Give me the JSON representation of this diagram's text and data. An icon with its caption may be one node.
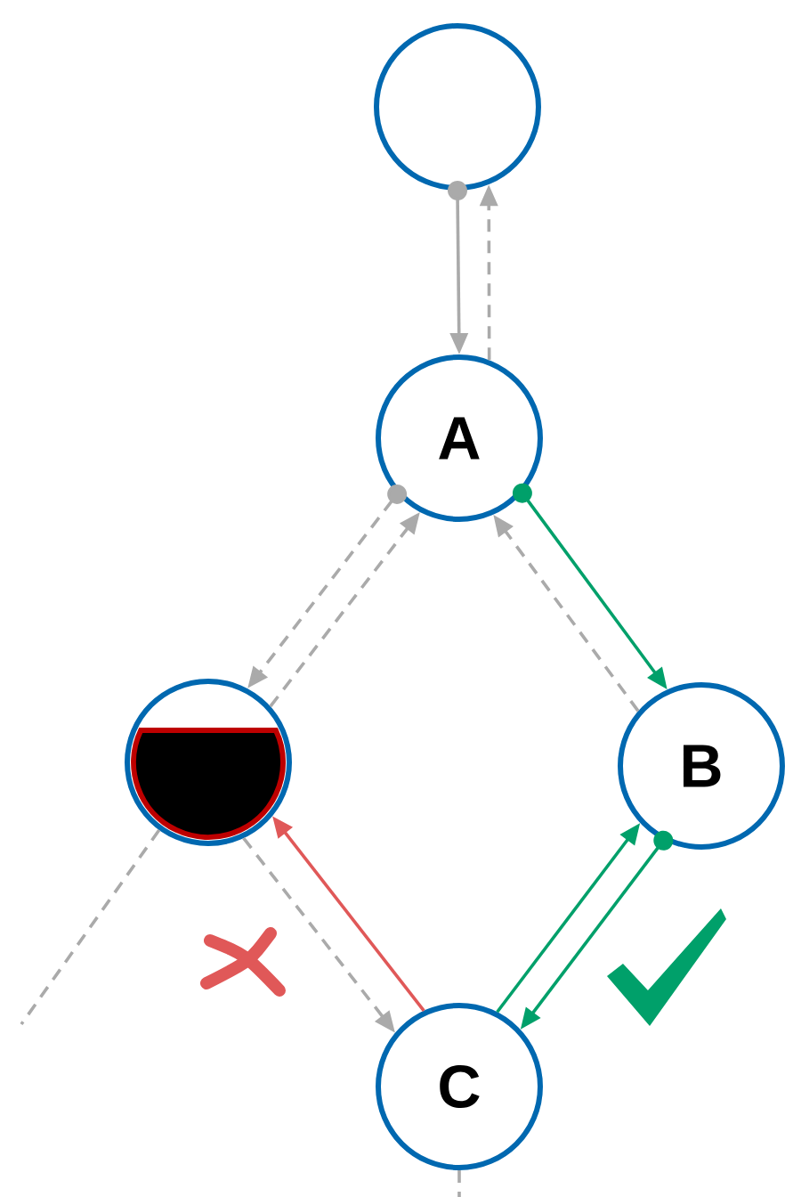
{
  "diagram": {
    "nodes": [
      {
        "text": [],
        "shape": "circle"
      },
      {
        "text": [
          "A"
        ]
      },
      {
        "text": [],
        "shape": "circle"
      },
      {
        "text": [
          "B"
        ]
      },
      {
        "text": [
          "C"
        ]
      }
    ],
    "edges": [
      {
        "from": 0,
        "to": 1,
        "arrow": "to"
      },
      {
        "from": 1,
        "to": 0,
        "arrow": "to",
        "style": "dashed"
      },
      {
        "from": 1,
        "to": 2,
        "arrow": "to",
        "style": "dashed"
      },
      {
        "from": 2,
        "to": 1,
        "arrow": "to",
        "style": "dashed"
      },
      {
        "from": 1,
        "to": 3,
        "arrow": "to",
        "color": "#00a06a"
      },
      {
        "from": 3,
        "to": 1,
        "arrow": "to",
        "style": "dashed"
      },
      {
        "from": 2,
        "to": 4,
        "arrow": "to",
        "style": "dashed"
      },
      {
        "from": 4,
        "to": 2,
        "arrow": "to",
        "color": "#e05858"
      },
      {
        "from": 4,
        "to": 3,
        "arrow": "to",
        "color": "#00a06a"
      },
      {
        "from": 3,
        "to": 4,
        "arrow": "to",
        "color": "#00a06a"
      },
      {
        "from": 2,
        "to": null,
        "arrow": "none",
        "style": "dashed"
      },
      {
        "from": 4,
        "to": null,
        "arrow": "none",
        "style": "dashed"
      }
    ]
  }
}
